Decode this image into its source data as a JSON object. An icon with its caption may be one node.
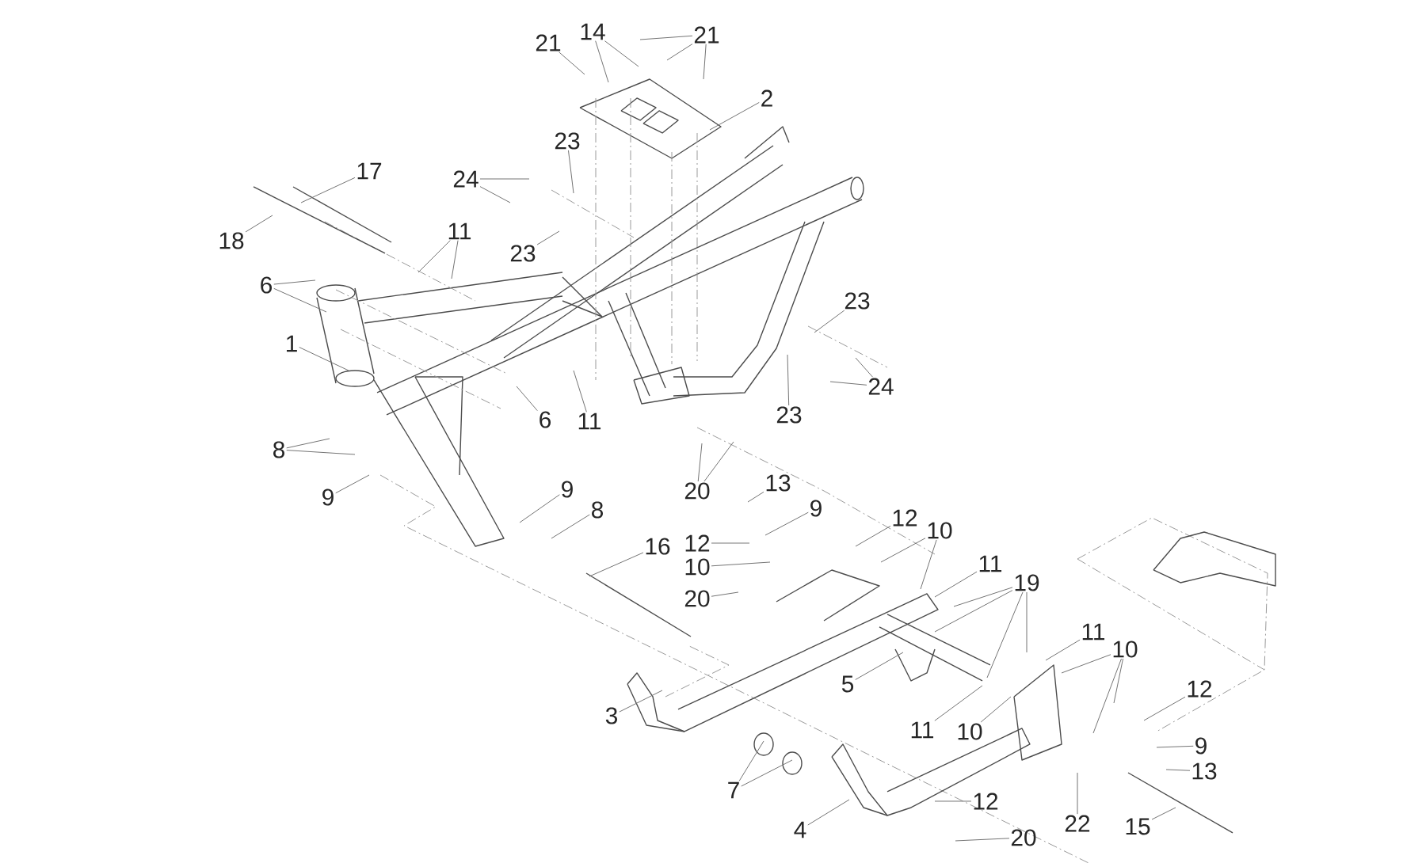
{
  "diagram": {
    "nodes": [
      {
        "text": [
          "21"
        ]
      },
      {
        "text": [
          "14"
        ]
      },
      {
        "text": [
          "21"
        ]
      },
      {
        "text": [
          "2"
        ]
      },
      {
        "text": [
          "23"
        ]
      },
      {
        "text": [
          "17"
        ]
      },
      {
        "text": [
          "24"
        ]
      },
      {
        "text": [
          "11"
        ]
      },
      {
        "text": [
          "18"
        ]
      },
      {
        "text": [
          "23"
        ]
      },
      {
        "text": [
          "6"
        ]
      },
      {
        "text": [
          "1"
        ]
      },
      {
        "text": [
          "23"
        ]
      },
      {
        "text": [
          "24"
        ]
      },
      {
        "text": [
          "6"
        ]
      },
      {
        "text": [
          "11"
        ]
      },
      {
        "text": [
          "23"
        ]
      },
      {
        "text": [
          "8"
        ]
      },
      {
        "text": [
          "20"
        ]
      },
      {
        "text": [
          "9"
        ]
      },
      {
        "text": [
          "13"
        ]
      },
      {
        "text": [
          "9"
        ]
      },
      {
        "text": [
          "8"
        ]
      },
      {
        "text": [
          "9"
        ]
      },
      {
        "text": [
          "12"
        ]
      },
      {
        "text": [
          "10"
        ]
      },
      {
        "text": [
          "16"
        ]
      },
      {
        "text": [
          "12"
        ]
      },
      {
        "text": [
          "10"
        ]
      },
      {
        "text": [
          "20"
        ]
      },
      {
        "text": [
          "11"
        ]
      },
      {
        "text": [
          "19"
        ]
      },
      {
        "text": [
          "11"
        ]
      },
      {
        "text": [
          "10"
        ]
      },
      {
        "text": [
          "5"
        ]
      },
      {
        "text": [
          "12"
        ]
      },
      {
        "text": [
          "3"
        ]
      },
      {
        "text": [
          "11"
        ]
      },
      {
        "text": [
          "10"
        ]
      },
      {
        "text": [
          "9"
        ]
      },
      {
        "text": [
          "7"
        ]
      },
      {
        "text": [
          "13"
        ]
      },
      {
        "text": [
          "4"
        ]
      },
      {
        "text": [
          "12"
        ]
      },
      {
        "text": [
          "22"
        ]
      },
      {
        "text": [
          "15"
        ]
      },
      {
        "text": [
          "20"
        ]
      }
    ],
    "edges": [
      {
        "from": 0,
        "to": null,
        "arrow": "none"
      },
      {
        "from": 1,
        "to": null,
        "arrow": "none"
      },
      {
        "from": 1,
        "to": null,
        "arrow": "none"
      },
      {
        "from": 2,
        "to": null,
        "arrow": "none"
      },
      {
        "from": 2,
        "to": null,
        "arrow": "none"
      },
      {
        "from": 2,
        "to": null,
        "arrow": "none"
      },
      {
        "from": 3,
        "to": null,
        "arrow": "none"
      },
      {
        "from": 4,
        "to": null,
        "arrow": "none"
      },
      {
        "from": 5,
        "to": null,
        "arrow": "none"
      },
      {
        "from": 6,
        "to": null,
        "arrow": "none"
      },
      {
        "from": 6,
        "to": null,
        "arrow": "none"
      },
      {
        "from": 7,
        "to": null,
        "arrow": "none"
      },
      {
        "from": 7,
        "to": null,
        "arrow": "none"
      },
      {
        "from": 8,
        "to": null,
        "arrow": "none"
      },
      {
        "from": 9,
        "to": null,
        "arrow": "none"
      },
      {
        "from": 10,
        "to": null,
        "arrow": "none"
      },
      {
        "from": 10,
        "to": null,
        "arrow": "none"
      },
      {
        "from": 11,
        "to": null,
        "arrow": "none"
      },
      {
        "from": 12,
        "to": null,
        "arrow": "none"
      },
      {
        "from": 13,
        "to": null,
        "arrow": "none"
      },
      {
        "from": 13,
        "to": null,
        "arrow": "none"
      },
      {
        "from": 14,
        "to": null,
        "arrow": "none"
      },
      {
        "from": 15,
        "to": null,
        "arrow": "none"
      },
      {
        "from": 16,
        "to": null,
        "arrow": "none"
      },
      {
        "from": 17,
        "to": null,
        "arrow": "none"
      },
      {
        "from": 17,
        "to": null,
        "arrow": "none"
      },
      {
        "from": 18,
        "to": null,
        "arrow": "none"
      },
      {
        "from": 18,
        "to": null,
        "arrow": "none"
      },
      {
        "from": 19,
        "to": null,
        "arrow": "none"
      },
      {
        "from": 20,
        "to": null,
        "arrow": "none"
      },
      {
        "from": 21,
        "to": null,
        "arrow": "none"
      },
      {
        "from": 22,
        "to": null,
        "arrow": "none"
      },
      {
        "from": 23,
        "to": null,
        "arrow": "none"
      },
      {
        "from": 24,
        "to": null,
        "arrow": "none"
      },
      {
        "from": 25,
        "to": null,
        "arrow": "none"
      },
      {
        "from": 26,
        "to": null,
        "arrow": "none"
      },
      {
        "from": 27,
        "to": null,
        "arrow": "none"
      },
      {
        "from": 28,
        "to": null,
        "arrow": "none"
      },
      {
        "from": 28,
        "to": null,
        "arrow": "none"
      },
      {
        "from": 29,
        "to": null,
        "arrow": "none"
      },
      {
        "from": 30,
        "to": null,
        "arrow": "none"
      },
      {
        "from": 31,
        "to": null,
        "arrow": "none"
      },
      {
        "from": 31,
        "to": null,
        "arrow": "none"
      },
      {
        "from": 31,
        "to": null,
        "arrow": "none"
      },
      {
        "from": 31,
        "to": null,
        "arrow": "none"
      },
      {
        "from": 32,
        "to": null,
        "arrow": "none"
      },
      {
        "from": 33,
        "to": null,
        "arrow": "none"
      },
      {
        "from": 33,
        "to": null,
        "arrow": "none"
      },
      {
        "from": 33,
        "to": null,
        "arrow": "none"
      },
      {
        "from": 34,
        "to": null,
        "arrow": "none"
      },
      {
        "from": 35,
        "to": null,
        "arrow": "none"
      },
      {
        "from": 36,
        "to": null,
        "arrow": "none"
      },
      {
        "from": 37,
        "to": null,
        "arrow": "none"
      },
      {
        "from": 38,
        "to": null,
        "arrow": "none"
      },
      {
        "from": 39,
        "to": null,
        "arrow": "none"
      },
      {
        "from": 40,
        "to": null,
        "arrow": "none"
      },
      {
        "from": 40,
        "to": null,
        "arrow": "none"
      },
      {
        "from": 41,
        "to": null,
        "arrow": "none"
      },
      {
        "from": 42,
        "to": null,
        "arrow": "none"
      },
      {
        "from": 43,
        "to": null,
        "arrow": "none"
      },
      {
        "from": 44,
        "to": null,
        "arrow": "none"
      },
      {
        "from": 45,
        "to": null,
        "arrow": "none"
      },
      {
        "from": 46,
        "to": null,
        "arrow": "none"
      }
    ]
  }
}
